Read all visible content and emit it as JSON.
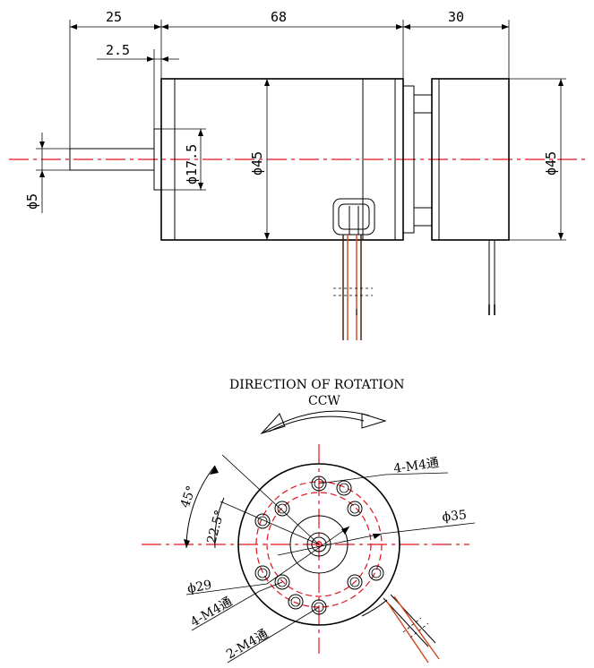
{
  "side_view": {
    "dim_shaft_length": "25",
    "dim_flange": "2.5",
    "dim_body_length": "68",
    "dim_rear_length": "30",
    "dim_shaft_dia": "ϕ5",
    "dim_boss_dia": "ϕ17.5",
    "dim_body_dia": "ϕ45",
    "dim_rear_dia": "ϕ45"
  },
  "front_view": {
    "rotation_title": "DIRECTION OF ROTATION",
    "rotation_dir": "CCW",
    "angle_45": "45°",
    "angle_22_5": "22.5°",
    "hole_label_top": "4-M4通",
    "dia_35": "ϕ35",
    "dia_29": "ϕ29",
    "hole_label_left": "4-M4通",
    "hole_label_bottom": "2-M4通"
  },
  "colors": {
    "centerline": "#e0141e",
    "wire": "#d0451b",
    "ink": "#000000"
  }
}
